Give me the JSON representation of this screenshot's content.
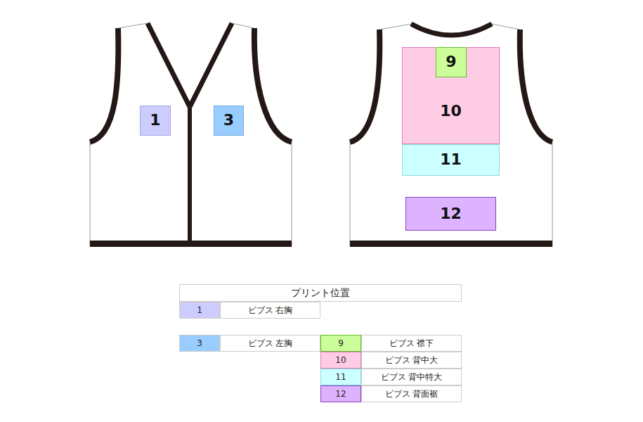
{
  "diagram": {
    "nodes": [
      {
        "text": [
          "1"
        ]
      },
      {
        "text": [
          "3"
        ]
      },
      {
        "text": [
          "10"
        ]
      },
      {
        "text": [
          "9"
        ],
        "in": 2
      },
      {
        "text": [
          "11"
        ]
      },
      {
        "text": [
          "12"
        ]
      }
    ],
    "labels": [
      "プリント位置",
      "1",
      "ビブス 右胸",
      "3",
      "ビブス 左胸",
      "9",
      "ビブス 襟下",
      "10",
      "ビブス 背中大",
      "11",
      "ビブス 背中特大",
      "12",
      "ビブス 背面裾"
    ]
  }
}
